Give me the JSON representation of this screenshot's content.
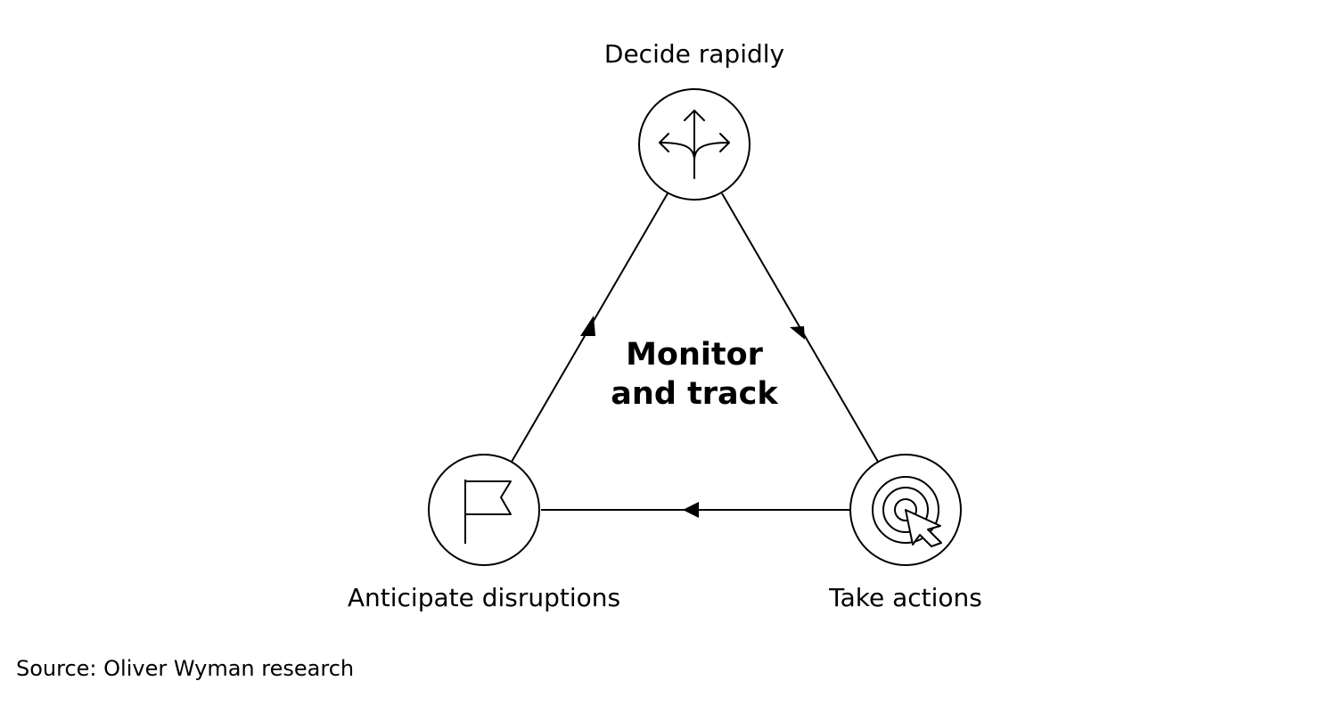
{
  "diagram": {
    "center_title_line1": "Monitor",
    "center_title_line2": "and track",
    "nodes": [
      {
        "label": "Decide rapidly",
        "icon": "split-arrows-icon"
      },
      {
        "label": "Take actions",
        "icon": "target-cursor-icon"
      },
      {
        "label": "Anticipate disruptions",
        "icon": "flag-icon"
      }
    ],
    "flow": [
      "Decide rapidly",
      "Take actions",
      "Anticipate disruptions",
      "Decide rapidly"
    ]
  },
  "source": "Source: Oliver Wyman research",
  "colors": {
    "stroke": "#000000",
    "background": "#ffffff"
  }
}
